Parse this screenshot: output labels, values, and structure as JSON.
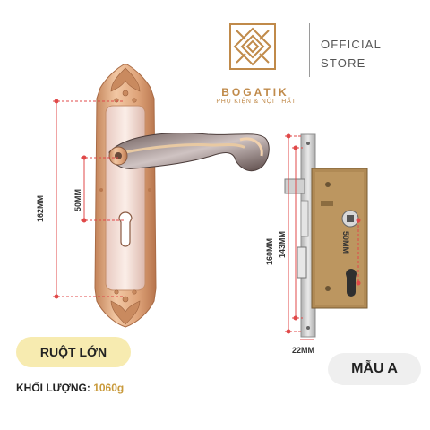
{
  "brand": {
    "name": "BOGATIK",
    "tagline": "PHỤ KIỆN & NỘI THẤT",
    "official_line1": "OFFICIAL",
    "official_line2": "STORE",
    "accent": "#c08a4a"
  },
  "dimensions": {
    "handle_height": "162MM",
    "handle_center": "50MM",
    "lock_total": "160MM",
    "lock_body": "143MM",
    "lock_backset": "50MM",
    "lock_faceplate": "22MM"
  },
  "labels": {
    "core": "RUỘT LỚN",
    "weight_label": "KHỐI LƯỢNG:",
    "weight_value": "1060g",
    "model": "MẪU A"
  },
  "colors": {
    "rose_gold": "#dba57d",
    "dim_line": "#e04848",
    "lock_body": "#b08a55",
    "faceplate": "#c9c9c9",
    "badge_core": "#f7ebb0",
    "badge_model": "#efefef"
  }
}
